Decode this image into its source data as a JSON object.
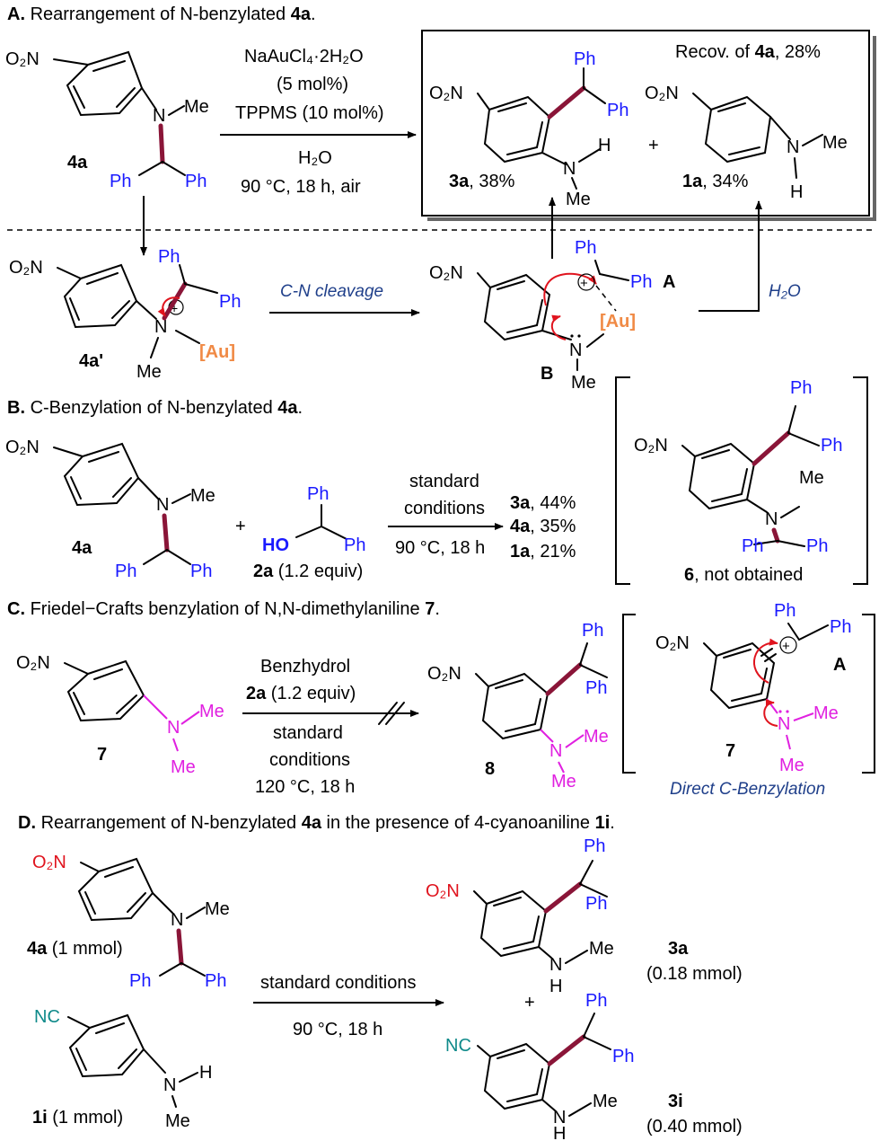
{
  "sectionA": {
    "title": "Rearrangement of N-benzylated ",
    "title_letter": "A.",
    "title_cpd": "4a",
    "sm_label": "4a",
    "sm_no2": "O₂N",
    "sm_n": "N",
    "sm_me": "Me",
    "sm_ph1": "Ph",
    "sm_ph2": "Ph",
    "cond1": "NaAuCl₄·2H₂O",
    "cond2": "(5 mol%)",
    "cond3": "TPPMS (10 mol%)",
    "cond4": "H₂O",
    "cond5": "90 °C, 18 h, air",
    "recov_text": "Recov. of ",
    "recov_cpd": "4a",
    "recov_yield": ", 28%",
    "p1_no2": "O₂N",
    "p1_ph1": "Ph",
    "p1_ph2": "Ph",
    "p1_n": "N",
    "p1_h": "H",
    "p1_me": "Me",
    "p1_label": "3a",
    "p1_yield": ", 38%",
    "plus": "+",
    "p2_no2": "O₂N",
    "p2_n": "N",
    "p2_me": "Me",
    "p2_h": "H",
    "p2_label": "1a",
    "p2_yield": ", 34%",
    "int1_no2": "O₂N",
    "int1_ph1": "Ph",
    "int1_ph2": "Ph",
    "int1_n": "N",
    "int1_plus": "+",
    "int1_au": "[Au]",
    "int1_me": "Me",
    "int1_label": "4a'",
    "cleave_label": "C-N cleavage",
    "int2_no2": "O₂N",
    "int2_ph1": "Ph",
    "int2_ph2": "Ph",
    "int2_a": "A",
    "int2_plus": "+",
    "int2_au": "[Au]",
    "int2_n": "N",
    "int2_me": "Me",
    "int2_b": "B",
    "water_label": "H₂O"
  },
  "sectionB": {
    "title_letter": "B.",
    "title": "C-Benzylation of N-benzylated ",
    "title_cpd": "4a",
    "sm_no2": "O₂N",
    "sm_n": "N",
    "sm_me": "Me",
    "sm_label": "4a",
    "sm_ph1": "Ph",
    "sm_ph2": "Ph",
    "plus": "+",
    "alc_ph1": "Ph",
    "alc_ho": "HO",
    "alc_ph2": "Ph",
    "alc_label": "2a",
    "alc_equiv": " (1.2 equiv)",
    "cond1": "standard",
    "cond2": "conditions",
    "cond3": "90 °C, 18 h",
    "res1_cpd": "3a",
    "res1_val": ", 44%",
    "res2_cpd": "4a",
    "res2_val": ", 35%",
    "res3_cpd": "1a",
    "res3_val": ", 21%",
    "br_no2": "O₂N",
    "br_ph1": "Ph",
    "br_ph2": "Ph",
    "br_n": "N",
    "br_me": "Me",
    "br_ph3": "Ph",
    "br_ph4": "Ph",
    "br_label": "6",
    "br_note": ", not obtained"
  },
  "sectionC": {
    "title_letter": "C.",
    "title": "Friedel−Crafts benzylation of N,N-dimethylaniline ",
    "title_cpd": "7",
    "sm_no2": "O₂N",
    "sm_n": "N",
    "sm_me1": "Me",
    "sm_me2": "Me",
    "sm_label": "7",
    "cond1": "Benzhydrol",
    "cond2_cpd": "2a",
    "cond2": " (1.2 equiv)",
    "cond3": "standard",
    "cond4": "conditions",
    "cond5": "120 °C, 18 h",
    "p_no2": "O₂N",
    "p_ph1": "Ph",
    "p_ph2": "Ph",
    "p_n": "N",
    "p_me1": "Me",
    "p_me2": "Me",
    "p_label": "8",
    "br_no2": "O₂N",
    "br_ph1": "Ph",
    "br_ph2": "Ph",
    "br_plus": "+",
    "br_a": "A",
    "br_n": "N",
    "br_me1": "Me",
    "br_me2": "Me",
    "br_label": "7",
    "br_note": "Direct C-Benzylation"
  },
  "sectionD": {
    "title_letter": "D.",
    "title": "Rearrangement of N-benzylated ",
    "title_cpd": "4a",
    "title_mid": " in the presence of 4-cyanoaniline ",
    "title_cpd2": "1i",
    "title_end": ".",
    "sm1_no2": "O₂N",
    "sm1_n": "N",
    "sm1_me": "Me",
    "sm1_label": "4a",
    "sm1_amt": " (1 mmol)",
    "sm1_ph1": "Ph",
    "sm1_ph2": "Ph",
    "sm2_nc": "NC",
    "sm2_n": "N",
    "sm2_h": "H",
    "sm2_me": "Me",
    "sm2_label": "1i",
    "sm2_amt": " (1 mmol)",
    "cond1": "standard conditions",
    "cond2": "90 °C, 18 h",
    "p1_no2": "O₂N",
    "p1_ph1": "Ph",
    "p1_ph2": "Ph",
    "p1_n": "N",
    "p1_h": "H",
    "p1_me": "Me",
    "p1_label": "3a",
    "p1_amt": "(0.18 mmol)",
    "plus": "+",
    "p2_nc": "NC",
    "p2_ph1": "Ph",
    "p2_ph2": "Ph",
    "p2_n": "N",
    "p2_h": "H",
    "p2_me": "Me",
    "p2_label": "3i",
    "p2_amt": "(0.40 mmol)"
  },
  "colors": {
    "phenyl_blue": "#1a1aff",
    "gold_orange": "#f08a45",
    "methyl_magenta": "#e020e0",
    "nitro_red": "#e0141e",
    "cyano_teal": "#0f8a8a",
    "new_bond": "#8a1538",
    "note_navy": "#1f3f8a"
  }
}
